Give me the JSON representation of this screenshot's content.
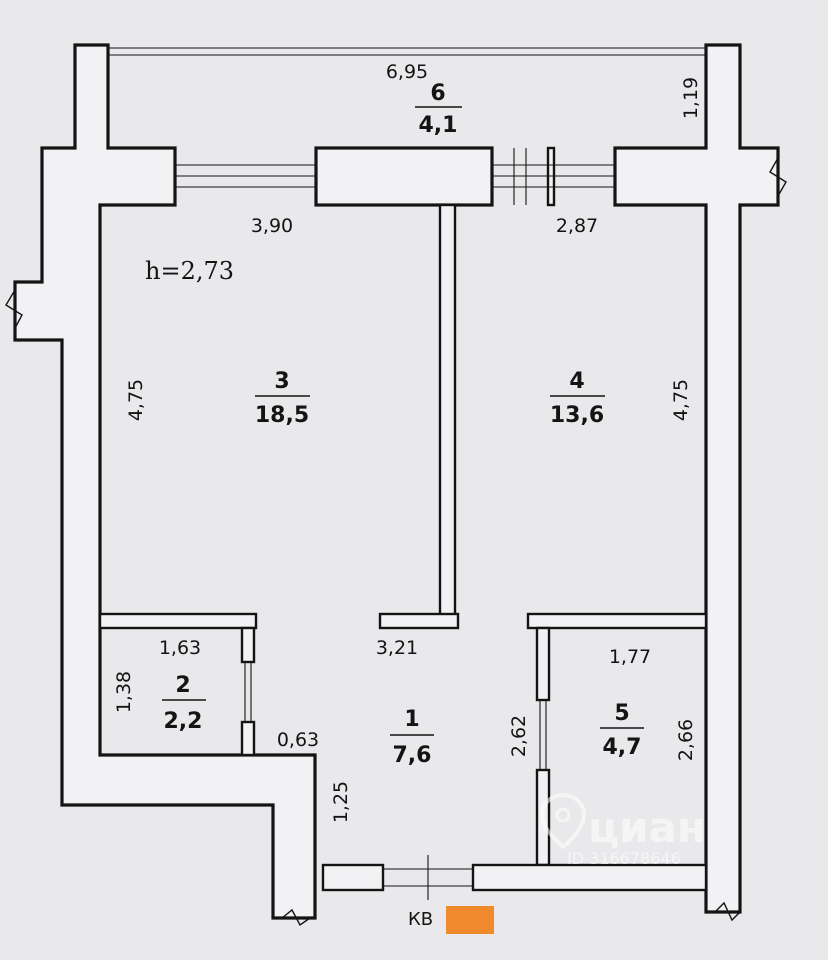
{
  "height_label": "h=2,73",
  "entrance_label": "КВ",
  "rooms": [
    {
      "id": "room-1",
      "number": "1",
      "area": "7,6"
    },
    {
      "id": "room-2",
      "number": "2",
      "area": "2,2"
    },
    {
      "id": "room-3",
      "number": "3",
      "area": "18,5"
    },
    {
      "id": "room-4",
      "number": "4",
      "area": "13,6"
    },
    {
      "id": "room-5",
      "number": "5",
      "area": "4,7"
    },
    {
      "id": "room-6",
      "number": "6",
      "area": "4,1"
    }
  ],
  "dimensions": {
    "balcony_width": "6,95",
    "balcony_depth": "1,19",
    "room3_width": "3,90",
    "room4_width": "2,87",
    "room3_length": "4,75",
    "room4_length": "4,75",
    "room2_width": "1,63",
    "room2_length": "1,38",
    "hall_width": "3,21",
    "room5_width": "1,77",
    "door_gap": "0,63",
    "hall_length": "2,62",
    "room5_length": "2,66",
    "corridor_length": "1,25"
  },
  "watermark": {
    "brand": "циан",
    "id_text": "ID 316678646"
  },
  "colors": {
    "paper": "#e9e9ec",
    "ink": "#141414",
    "stamp": "#f08a2c"
  }
}
